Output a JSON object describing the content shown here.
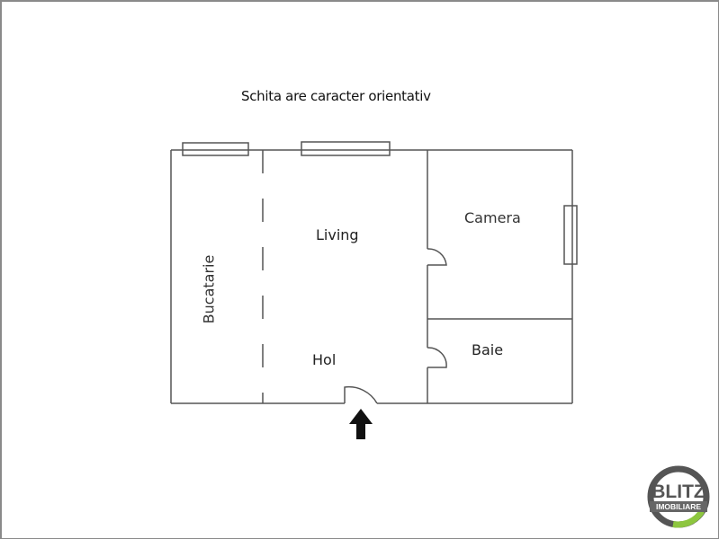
{
  "note": "Schita are caracter orientativ",
  "rooms": {
    "living": "Living",
    "camera": "Camera",
    "hol": "Hol",
    "baie": "Baie",
    "bucatarie": "Bucatarie"
  },
  "entrance": {
    "icon": "arrow-up-icon"
  },
  "logo": {
    "line1": "BLITZ",
    "line2": "IMOBILIARE",
    "ring_color": "#555555",
    "accent_color": "#8dc63f"
  },
  "colors": {
    "wall": "#555555",
    "background": "#ffffff"
  }
}
